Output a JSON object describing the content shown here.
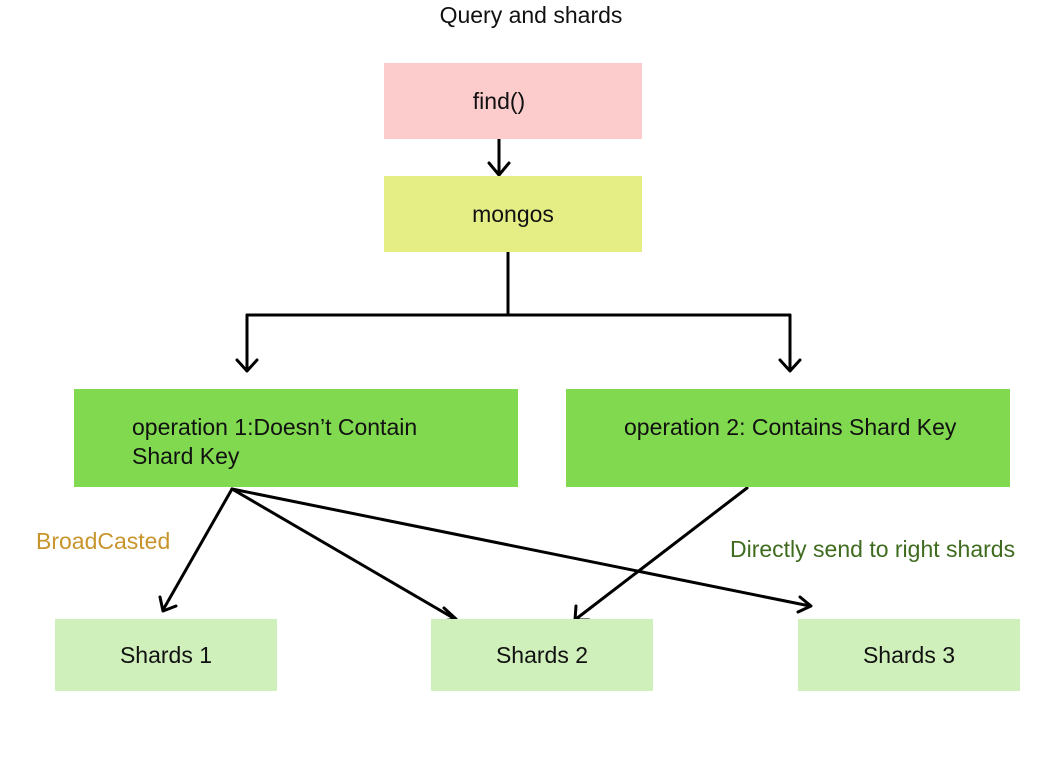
{
  "title": "Query and shards",
  "nodes": {
    "find": {
      "label": "find()",
      "color": "#fccbcb"
    },
    "mongos": {
      "label": "mongos",
      "color": "#e4ee85"
    },
    "operation1": {
      "label": "operation 1:Doesn’t Contain Shard Key",
      "color": "#80d94f"
    },
    "operation2": {
      "label": "operation 2: Contains Shard Key",
      "color": "#80d94f"
    },
    "shard1": {
      "label": "Shards 1",
      "color": "#cff0bb"
    },
    "shard2": {
      "label": "Shards 2",
      "color": "#cff0bb"
    },
    "shard3": {
      "label": "Shards 3",
      "color": "#cff0bb"
    }
  },
  "edge_labels": {
    "broadcast": {
      "text": "BroadCasted",
      "color": "#c8952c"
    },
    "direct": {
      "text": "Directly send to right shards",
      "color": "#3f6b1f"
    }
  },
  "edges": [
    {
      "from": "find",
      "to": "mongos"
    },
    {
      "from": "mongos",
      "to": "operation1"
    },
    {
      "from": "mongos",
      "to": "operation2"
    },
    {
      "from": "operation1",
      "to": "shard1"
    },
    {
      "from": "operation1",
      "to": "shard2"
    },
    {
      "from": "operation1",
      "to": "shard3"
    },
    {
      "from": "operation2",
      "to": "shard2"
    }
  ]
}
